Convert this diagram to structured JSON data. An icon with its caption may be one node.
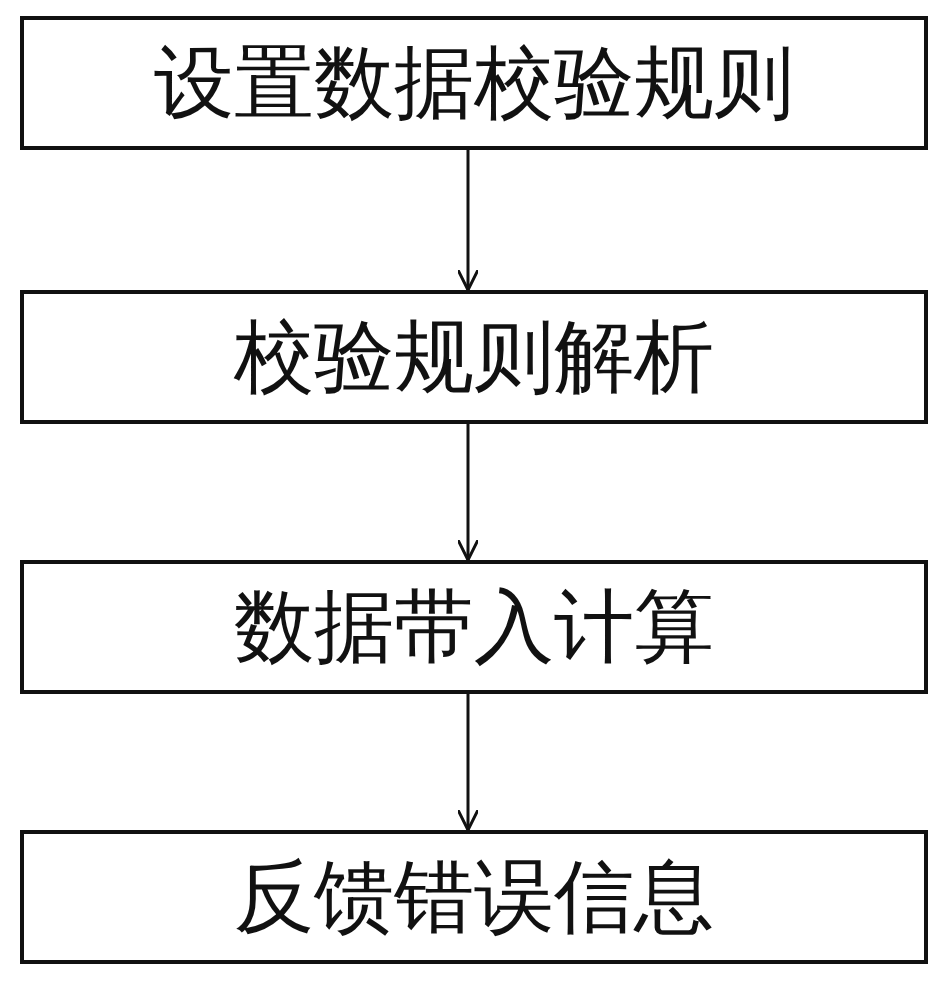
{
  "diagram": {
    "nodes": [
      {
        "text": [
          "设置数据校验规则"
        ]
      },
      {
        "text": [
          "校验规则解析"
        ]
      },
      {
        "text": [
          "数据带入计算"
        ]
      },
      {
        "text": [
          "反馈错误信息"
        ]
      }
    ],
    "edges": [
      {
        "from": 0,
        "to": 1,
        "arrow": "to"
      },
      {
        "from": 1,
        "to": 2,
        "arrow": "to"
      },
      {
        "from": 2,
        "to": 3,
        "arrow": "to"
      }
    ]
  }
}
